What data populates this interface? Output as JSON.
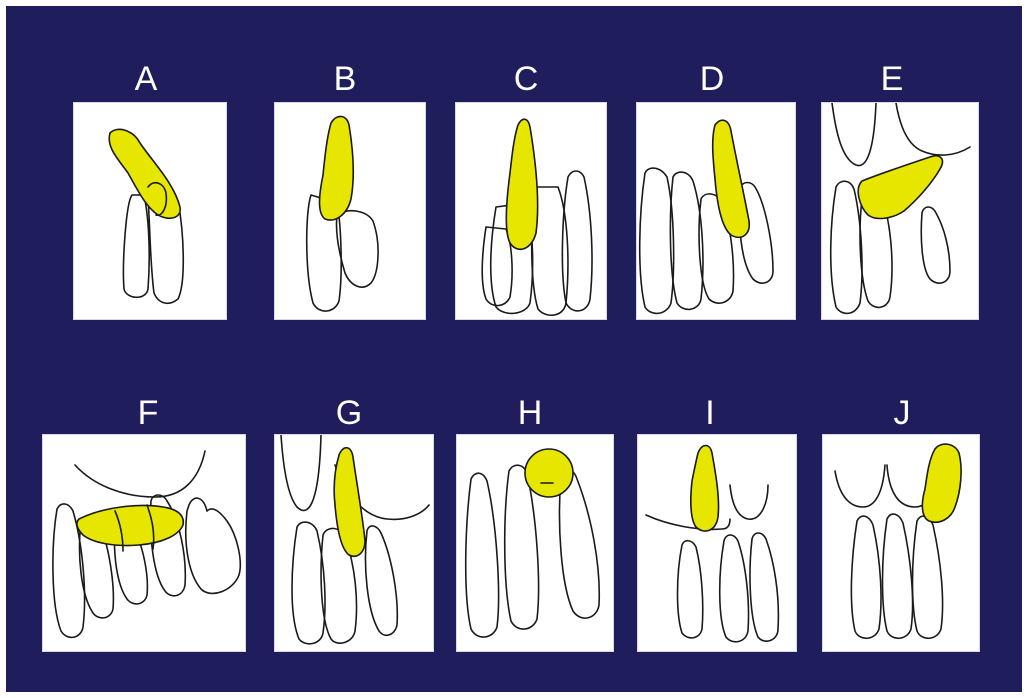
{
  "colors": {
    "background": "#1f1d5c",
    "panel": "#ffffff",
    "highlight": "#e6e600",
    "outline": "#1a1a1a"
  },
  "panels": [
    {
      "label": "A"
    },
    {
      "label": "B"
    },
    {
      "label": "C"
    },
    {
      "label": "D"
    },
    {
      "label": "E"
    },
    {
      "label": "F"
    },
    {
      "label": "G"
    },
    {
      "label": "H"
    },
    {
      "label": "I"
    },
    {
      "label": "J"
    }
  ]
}
